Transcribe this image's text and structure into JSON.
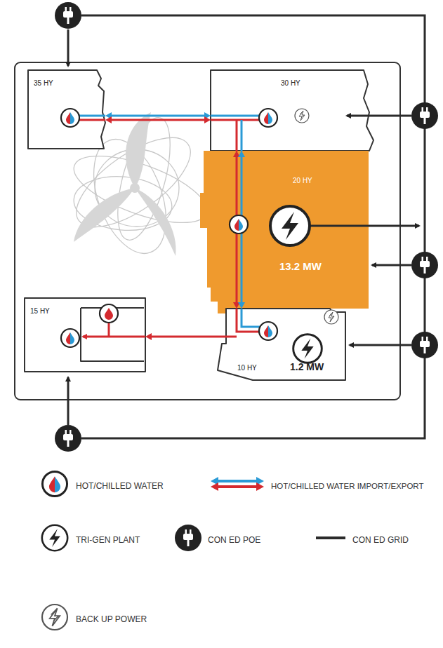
{
  "diagram": {
    "nodes": [
      {
        "text": [
          "35 HY"
        ]
      },
      {
        "text": [
          "30 HY"
        ]
      },
      {
        "text": [
          "20 HY",
          "13.2 MW"
        ]
      },
      {
        "text": [
          "15 HY"
        ]
      },
      {
        "text": [
          "10 HY",
          "1.2 MW"
        ]
      }
    ],
    "edges": [
      {
        "from": 0,
        "to": 1,
        "arrow": "both"
      },
      {
        "from": 1,
        "to": 4,
        "arrow": "both"
      },
      {
        "from": 4,
        "to": 3,
        "arrow": "to"
      }
    ],
    "legend": [
      {
        "text": "HOT/CHILLED WATER"
      },
      {
        "text": "HOT/CHILLED WATER IMPORT/EXPORT"
      },
      {
        "text": "TRI-GEN PLANT"
      },
      {
        "text": "CON ED POE"
      },
      {
        "text": "CON ED GRID"
      },
      {
        "text": "BACK UP POWER"
      }
    ]
  }
}
